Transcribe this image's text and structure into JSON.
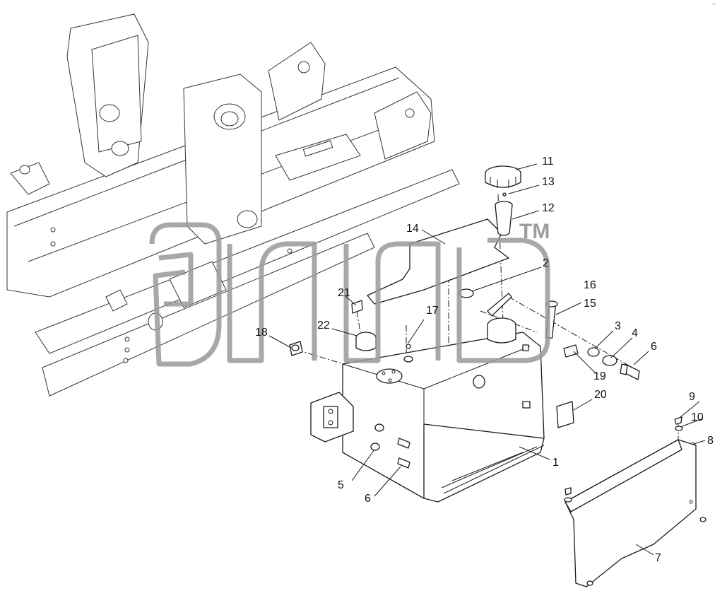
{
  "diagram": {
    "corner_mark": "-/^",
    "watermark_tm": "TM",
    "callouts": [
      {
        "id": "11",
        "label": "11"
      },
      {
        "id": "13",
        "label": "13"
      },
      {
        "id": "12",
        "label": "12"
      },
      {
        "id": "14",
        "label": "14"
      },
      {
        "id": "2",
        "label": "2"
      },
      {
        "id": "16",
        "label": "16"
      },
      {
        "id": "15",
        "label": "15"
      },
      {
        "id": "21",
        "label": "21"
      },
      {
        "id": "17",
        "label": "17"
      },
      {
        "id": "22",
        "label": "22"
      },
      {
        "id": "18",
        "label": "18"
      },
      {
        "id": "3",
        "label": "3"
      },
      {
        "id": "4",
        "label": "4"
      },
      {
        "id": "6a",
        "label": "6"
      },
      {
        "id": "19",
        "label": "19"
      },
      {
        "id": "20",
        "label": "20"
      },
      {
        "id": "9",
        "label": "9"
      },
      {
        "id": "10",
        "label": "10"
      },
      {
        "id": "8",
        "label": "8"
      },
      {
        "id": "1",
        "label": "1"
      },
      {
        "id": "5",
        "label": "5"
      },
      {
        "id": "6b",
        "label": "6"
      },
      {
        "id": "7",
        "label": "7"
      }
    ]
  }
}
